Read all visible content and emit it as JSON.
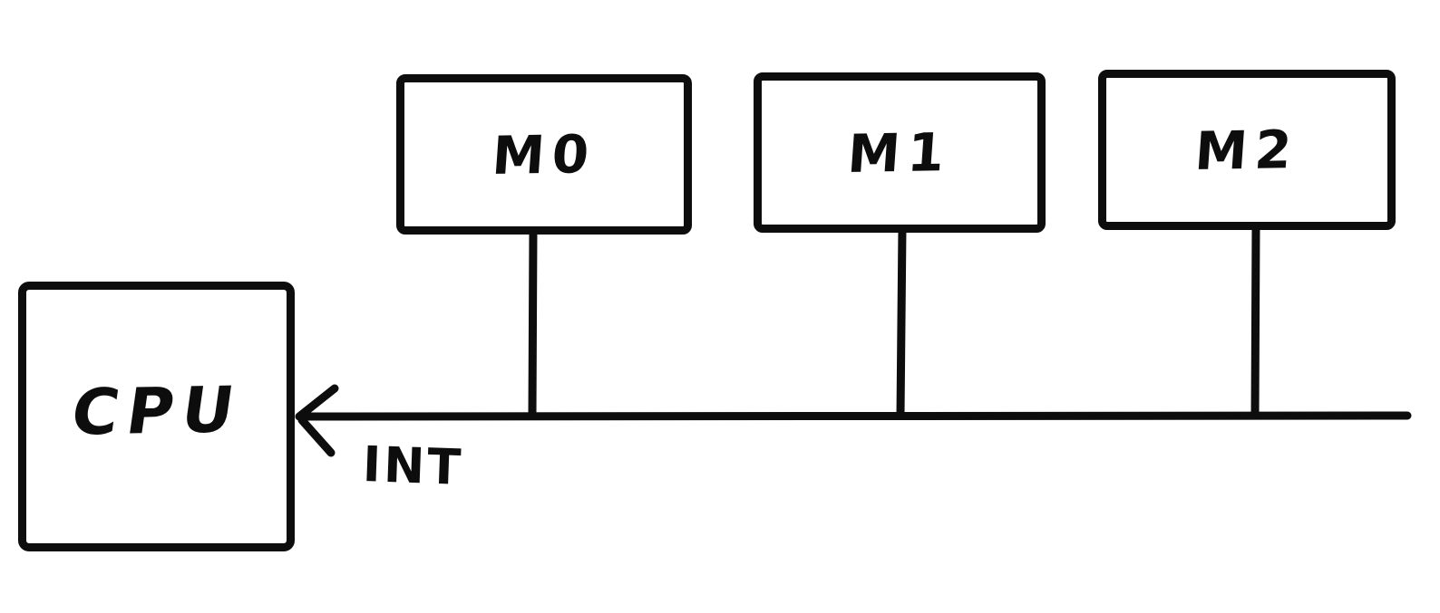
{
  "diagram": {
    "style": {
      "ink_color": "#0d0d0d",
      "background_color": "#ffffff"
    },
    "cpu": {
      "label": "CPU"
    },
    "modules": [
      {
        "label": "M0"
      },
      {
        "label": "M1"
      },
      {
        "label": "M2"
      }
    ],
    "bus": {
      "interrupt_label": "INT",
      "arrow_direction": "left-into-cpu"
    }
  }
}
